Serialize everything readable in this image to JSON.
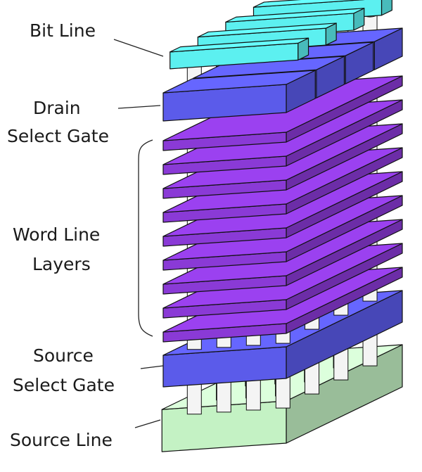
{
  "labels": {
    "bit_line": "Bit Line",
    "drain_select_gate": [
      "Drain",
      "Select Gate"
    ],
    "word_line_layers": [
      "Word Line",
      "Layers"
    ],
    "source_select_gate": [
      "Source",
      "Select Gate"
    ],
    "source_line": "Source Line"
  },
  "structure": {
    "bit_lines": 4,
    "word_line_layers": 9,
    "pillar_columns": 4
  },
  "colors": {
    "bit_line": "#5cf0f0",
    "select_gate": "#5b5bea",
    "word_line": "#8a3ad6",
    "source_line": "#c4f2c4",
    "pillar": "#f4f4f4",
    "outline": "#111111"
  }
}
